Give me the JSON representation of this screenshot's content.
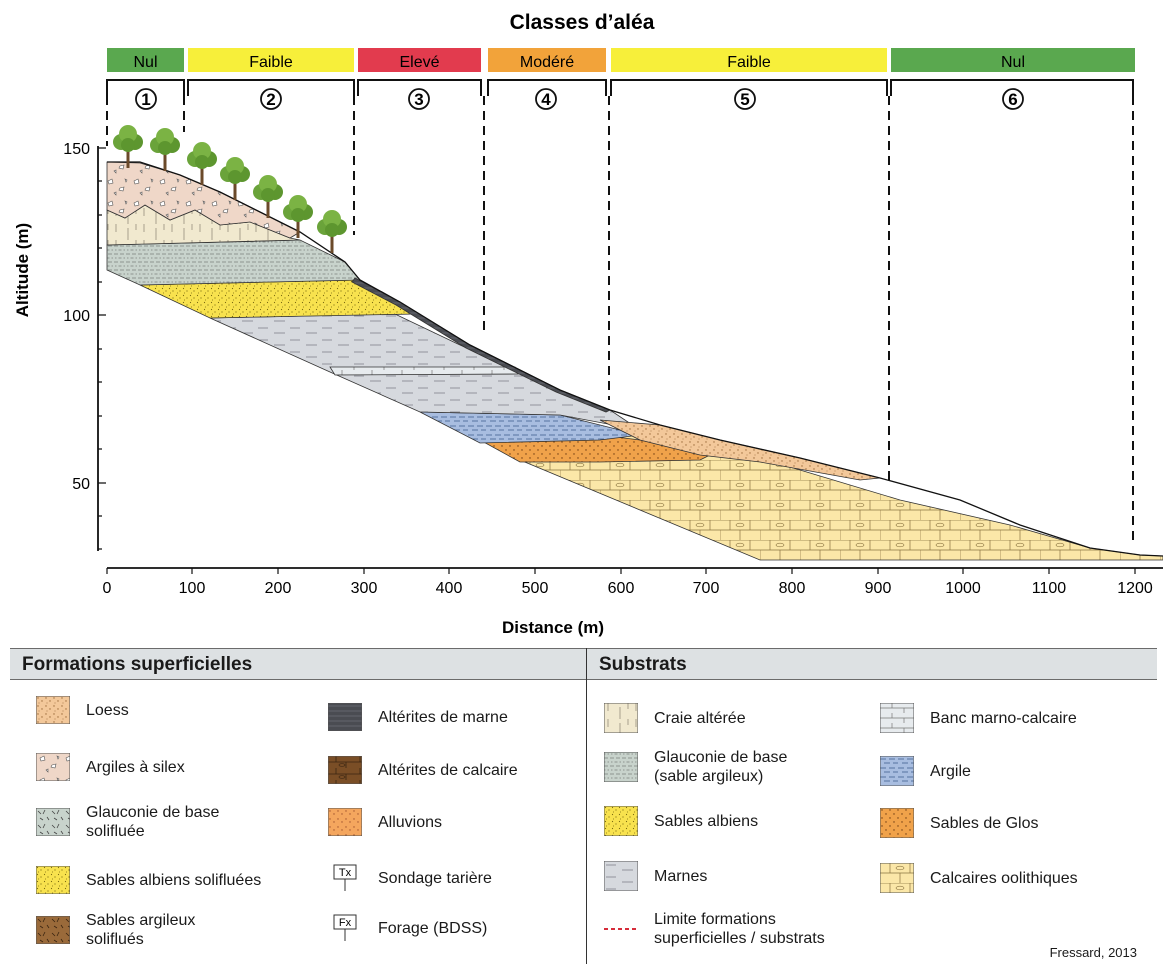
{
  "title": "Classes d’aléa",
  "hazard_classes": [
    {
      "label": "Nul",
      "color": "#5aa84f"
    },
    {
      "label": "Faible",
      "color": "#f7ef3a"
    },
    {
      "label": "Elevé",
      "color": "#e23b4e"
    },
    {
      "label": "Modéré",
      "color": "#f2a33a"
    },
    {
      "label": "Faible",
      "color": "#f7ef3a"
    },
    {
      "label": "Nul",
      "color": "#5aa84f"
    }
  ],
  "zones": [
    "1",
    "2",
    "3",
    "4",
    "5",
    "6"
  ],
  "axes": {
    "y_label": "Altitude (m)",
    "y_ticks": [
      "150",
      "100",
      "50"
    ],
    "x_label": "Distance (m)",
    "x_ticks": [
      "0",
      "100",
      "200",
      "300",
      "400",
      "500",
      "600",
      "700",
      "800",
      "900",
      "1000",
      "1100",
      "1200"
    ]
  },
  "legend": {
    "superficial_title": "Formations superficielles",
    "substrate_title": "Substrats",
    "superficial_items": [
      {
        "label": "Loess",
        "pattern": "loess"
      },
      {
        "label": "Altérites de marne",
        "pattern": "alt-marne"
      },
      {
        "label": "Argiles à silex",
        "pattern": "silex"
      },
      {
        "label": "Altérites de calcaire",
        "pattern": "alt-calcaire"
      },
      {
        "label": "Glauconie de base\nsolifluée",
        "pattern": "glauc-sol"
      },
      {
        "label": "Alluvions",
        "pattern": "alluvions"
      },
      {
        "label": "Sables albiens solifluées",
        "pattern": "sables"
      },
      {
        "label": "Sondage tarière",
        "symbol": "Tx"
      },
      {
        "label": "Sables argileux\nsoliflués",
        "pattern": "sab-arg"
      },
      {
        "label": "Forage (BDSS)",
        "symbol": "Fx"
      }
    ],
    "substrate_items": [
      {
        "label": "Craie altérée",
        "pattern": "craie"
      },
      {
        "label": "Banc marno-calcaire",
        "pattern": "banc"
      },
      {
        "label": "Glauconie de base\n(sable argileux)",
        "pattern": "glauc"
      },
      {
        "label": "Argile",
        "pattern": "argile"
      },
      {
        "label": "Sables albiens",
        "pattern": "sables"
      },
      {
        "label": "Sables de Glos",
        "pattern": "glos"
      },
      {
        "label": "Marnes",
        "pattern": "marnes"
      },
      {
        "label": "Calcaires oolithiques",
        "pattern": "calc-ool"
      },
      {
        "label": "Limite formations\nsuperficielles / substrats",
        "pattern": "limit"
      }
    ]
  },
  "credit": "Fressard, 2013"
}
